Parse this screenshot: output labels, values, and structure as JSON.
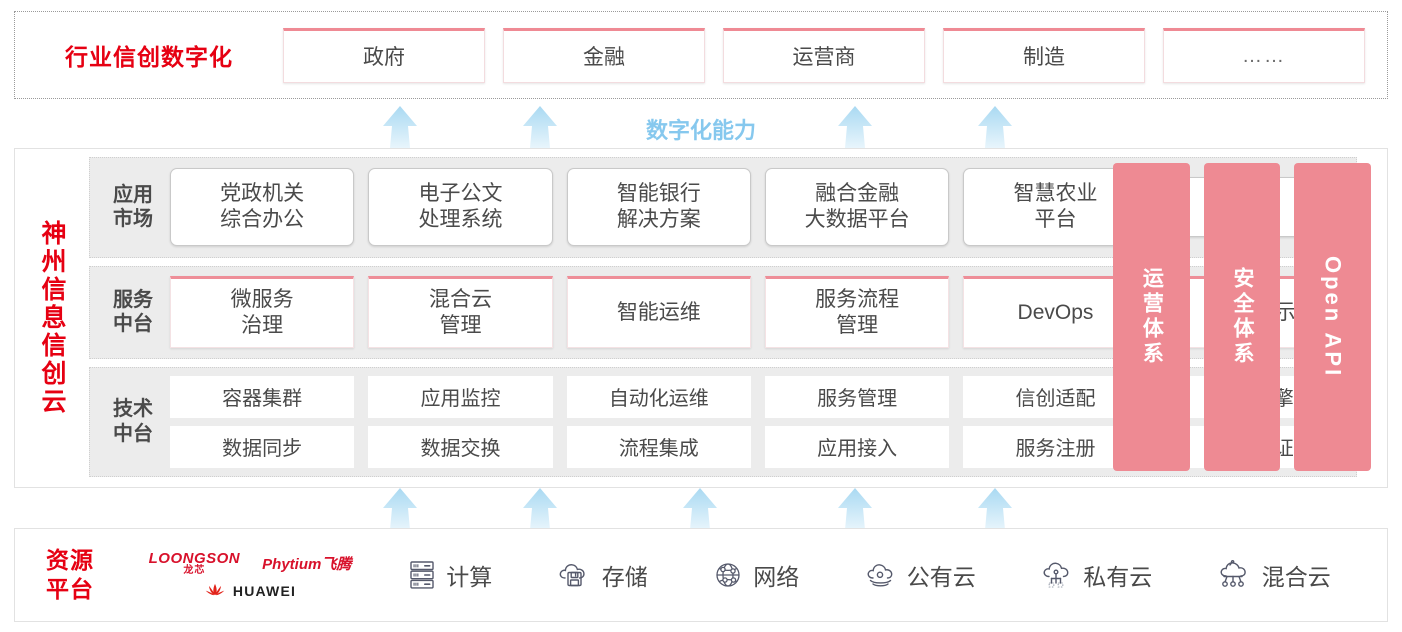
{
  "industry": {
    "title": "行业信创数字化",
    "cards": [
      {
        "label": "政府"
      },
      {
        "label": "金融"
      },
      {
        "label": "运营商"
      },
      {
        "label": "制造"
      },
      {
        "label": "……"
      }
    ]
  },
  "capability": {
    "label": "数字化能力",
    "color": "#86c8ee"
  },
  "cloud": {
    "title": "神州信息信创云",
    "title_color": "#e60012",
    "layers": [
      {
        "key": "apps",
        "label": "应用\n市场",
        "label_line1": "应用",
        "label_line2": "市场",
        "cells": [
          {
            "line1": "党政机关",
            "line2": "综合办公"
          },
          {
            "line1": "电子公文",
            "line2": "处理系统"
          },
          {
            "line1": "智能银行",
            "line2": "解决方案"
          },
          {
            "line1": "融合金融",
            "line2": "大数据平台"
          },
          {
            "line1": "智慧农业",
            "line2": "平台"
          },
          {
            "line1": "……",
            "line2": ""
          }
        ]
      },
      {
        "key": "services",
        "label_line1": "服务",
        "label_line2": "中台",
        "cells": [
          {
            "line1": "微服务",
            "line2": "治理"
          },
          {
            "line1": "混合云",
            "line2": "管理"
          },
          {
            "line1": "智能运维",
            "line2": ""
          },
          {
            "line1": "服务流程",
            "line2": "管理"
          },
          {
            "line1": "DevOps",
            "line2": ""
          },
          {
            "line1": "大屏展示",
            "line2": ""
          }
        ]
      },
      {
        "key": "tech",
        "label_line1": "技术",
        "label_line2": "中台",
        "row1": [
          "容器集群",
          "应用监控",
          "自动化运维",
          "服务管理",
          "信创适配",
          "流程引擎"
        ],
        "row2": [
          "数据同步",
          "数据交换",
          "流程集成",
          "应用接入",
          "服务注册",
          "统一认证"
        ]
      }
    ],
    "side_bars": [
      {
        "label": "运营体系",
        "latin": false
      },
      {
        "label": "安全体系",
        "latin": false
      },
      {
        "label": "Open API",
        "latin": true
      }
    ],
    "side_bar_color": "#ee8a93"
  },
  "resource": {
    "title_line1": "资源",
    "title_line2": "平台",
    "title_color": "#e60012",
    "logos": [
      {
        "name": "loongson",
        "en": "LOONGSON",
        "cn": "龙芯"
      },
      {
        "name": "phytium",
        "text": "Phytium飞腾"
      },
      {
        "name": "huawei",
        "text": "HUAWEI"
      }
    ],
    "items": [
      {
        "icon": "server-rack-icon",
        "label": "计算"
      },
      {
        "icon": "cloud-storage-icon",
        "label": "存储"
      },
      {
        "icon": "network-globe-icon",
        "label": "网络"
      },
      {
        "icon": "public-cloud-icon",
        "label": "公有云"
      },
      {
        "icon": "private-cloud-icon",
        "label": "私有云"
      },
      {
        "icon": "hybrid-cloud-icon",
        "label": "混合云"
      }
    ]
  },
  "arrows": {
    "upper_positions": [
      400,
      540,
      855,
      995
    ],
    "lower_positions": [
      400,
      540,
      700,
      855,
      995
    ],
    "color": "#bfe2f5"
  }
}
